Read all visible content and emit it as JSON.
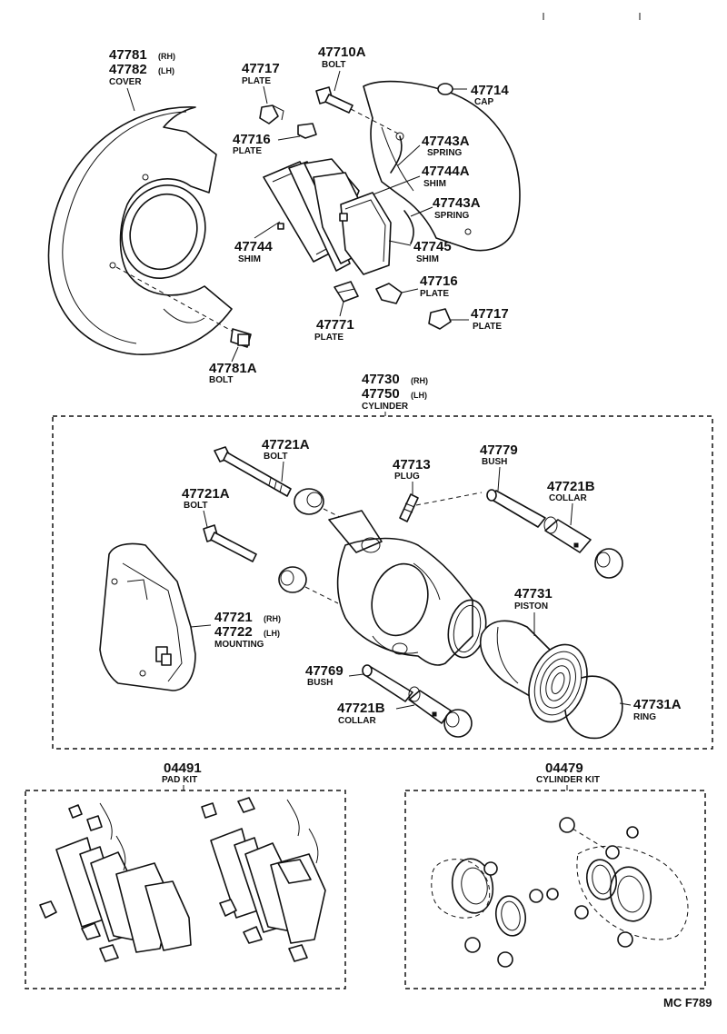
{
  "callouts": {
    "cover": {
      "num1": "47781",
      "suf1": "(RH)",
      "num2": "47782",
      "suf2": "(LH)",
      "label": "COVER"
    },
    "bolt_47781a": {
      "num": "47781A",
      "label": "BOLT"
    },
    "plate_47717_top": {
      "num": "47717",
      "label": "PLATE"
    },
    "plate_47716_top": {
      "num": "47716",
      "label": "PLATE"
    },
    "bolt_47710a": {
      "num": "47710A",
      "label": "BOLT"
    },
    "cap_47714": {
      "num": "47714",
      "label": "CAP"
    },
    "spring_47743a_top": {
      "num": "47743A",
      "label": "SPRING"
    },
    "shim_47744a": {
      "num": "47744A",
      "label": "SHIM"
    },
    "spring_47743a_bottom": {
      "num": "47743A",
      "label": "SPRING"
    },
    "shim_47744": {
      "num": "47744",
      "label": "SHIM"
    },
    "shim_47745": {
      "num": "47745",
      "label": "SHIM"
    },
    "plate_47716_bottom": {
      "num": "47716",
      "label": "PLATE"
    },
    "plate_47717_bottom": {
      "num": "47717",
      "label": "PLATE"
    },
    "plate_47771": {
      "num": "47771",
      "label": "PLATE"
    },
    "cylinder": {
      "num1": "47730",
      "suf1": "(RH)",
      "num2": "47750",
      "suf2": "(LH)",
      "label": "CYLINDER"
    },
    "bolt_47721a_top": {
      "num": "47721A",
      "label": "BOLT"
    },
    "bolt_47721a_left": {
      "num": "47721A",
      "label": "BOLT"
    },
    "plug_47713": {
      "num": "47713",
      "label": "PLUG"
    },
    "bush_47779": {
      "num": "47779",
      "label": "BUSH"
    },
    "collar_47721b_top": {
      "num": "47721B",
      "label": "COLLAR"
    },
    "mounting": {
      "num1": "47721",
      "suf1": "(RH)",
      "num2": "47722",
      "suf2": "(LH)",
      "label": "MOUNTING"
    },
    "piston_47731": {
      "num": "47731",
      "label": "PISTON"
    },
    "bush_47769": {
      "num": "47769",
      "label": "BUSH"
    },
    "collar_47721b_bottom": {
      "num": "47721B",
      "label": "COLLAR"
    },
    "ring_47731a": {
      "num": "47731A",
      "label": "RING"
    },
    "pad_kit": {
      "num": "04491",
      "label": "PAD KIT"
    },
    "cylinder_kit": {
      "num": "04479",
      "label": "CYLINDER KIT"
    }
  },
  "footer": {
    "code": "MC F789"
  }
}
